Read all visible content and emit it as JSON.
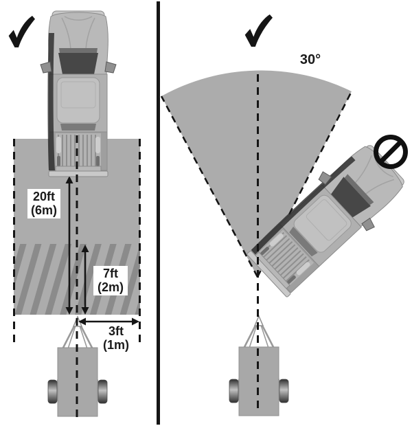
{
  "diagram": {
    "type": "trailer-hitch-alignment-guide",
    "left_panel": {
      "status_icon": "checkmark",
      "measurements": {
        "zone_length": {
          "value": "20ft",
          "metric": "(6m)"
        },
        "hatched_zone_length": {
          "value": "7ft",
          "metric": "(2m)"
        },
        "zone_half_width": {
          "value": "3ft",
          "metric": "(1m)"
        }
      }
    },
    "right_panel": {
      "status_icon": "checkmark",
      "angle_label": "30°",
      "prohibition_icon": "no-symbol"
    },
    "colors": {
      "zone_fill": "#acacac",
      "hatch_stripe": "#8b8b8b",
      "ink": "#151515",
      "background": "#ffffff"
    }
  }
}
